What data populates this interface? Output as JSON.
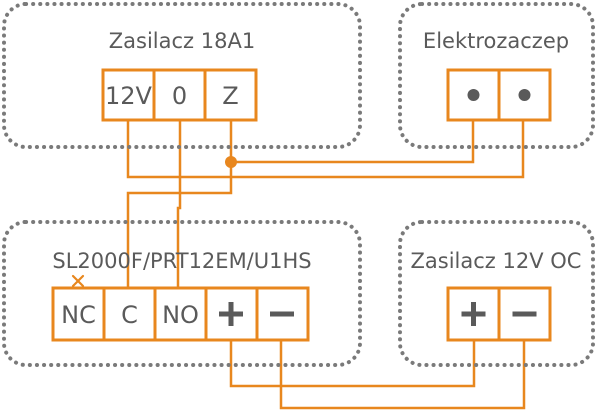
{
  "diagram": {
    "colors": {
      "wire": "#e8871e",
      "outline": "#7a7a7a",
      "text": "#5a5a5a"
    },
    "boxes": {
      "psu_main": {
        "title": "Zasilacz 18A1",
        "terminals": [
          "12V",
          "0",
          "Z"
        ]
      },
      "lock": {
        "title": "Elektrozaczep",
        "terminals": [
          "dot-symbol",
          "dot-symbol"
        ]
      },
      "reader": {
        "title": "SL2000F/PRT12EM/U1HS",
        "terminals": [
          "NC",
          "C",
          "NO",
          "plus-symbol",
          "minus-symbol"
        ]
      },
      "psu_oc": {
        "title": "Zasilacz 12V OC",
        "terminals": [
          "plus-symbol",
          "minus-symbol"
        ]
      }
    }
  }
}
